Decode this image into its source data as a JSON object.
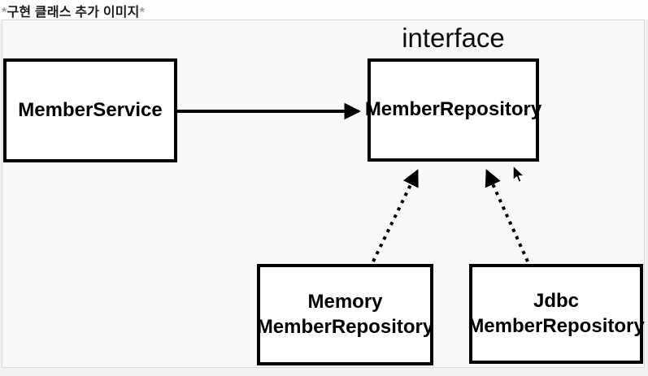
{
  "page": {
    "title_prefix": "*",
    "title_text": "구현 클래스 추가 이미지",
    "title_suffix": "*"
  },
  "diagram": {
    "interface_label": "interface",
    "boxes": {
      "member_service": {
        "label": "MemberService"
      },
      "member_repository": {
        "label": "MemberRepository"
      },
      "memory_member_repository": {
        "line1": "Memory",
        "line2": "MemberRepository"
      },
      "jdbc_member_repository": {
        "line1": "Jdbc",
        "line2": "MemberRepository"
      }
    },
    "relations": {
      "dependency": "MemberService -> MemberRepository (solid arrow)",
      "implements_left": "MemoryMemberRepository ..> MemberRepository (dotted arrow)",
      "implements_right": "JdbcMemberRepository ..> MemberRepository (dotted arrow)"
    },
    "icons": {
      "cursor": "arrow-pointer-icon"
    },
    "colors": {
      "box_border": "#000000",
      "box_fill": "#ffffff",
      "arrow": "#000000",
      "canvas_bg": "#f8f8f8",
      "canvas_border": "#d8d8d8",
      "title_text": "#1c1c1c",
      "title_asterisk": "#9c9c9c"
    }
  }
}
